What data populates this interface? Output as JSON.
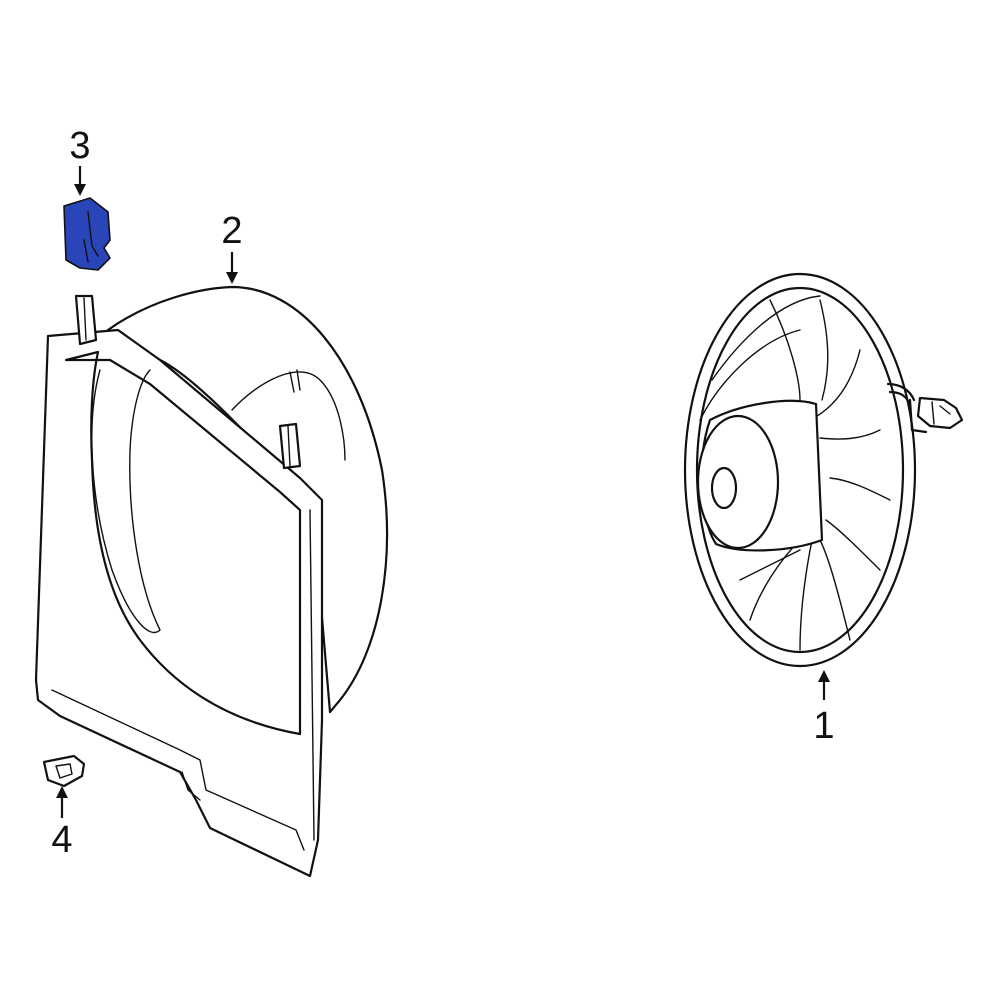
{
  "parts": [
    {
      "id": "fan-assembly",
      "callout": "1"
    },
    {
      "id": "fan-shroud",
      "callout": "2"
    },
    {
      "id": "shroud-clip",
      "callout": "3",
      "highlight_color": "#2a45b8"
    },
    {
      "id": "shroud-grommet",
      "callout": "4"
    }
  ],
  "colors": {
    "line": "#111111",
    "background": "#ffffff",
    "highlight": "#2a45b8"
  }
}
